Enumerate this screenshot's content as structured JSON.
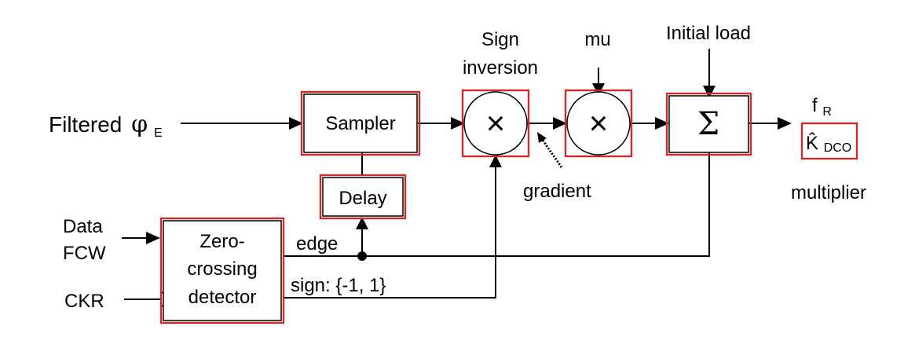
{
  "colors": {
    "box_outline": "#cc2b2b",
    "line": "#000000",
    "background": "#ffffff"
  },
  "inputs": {
    "filtered_prefix": "Filtered",
    "phi_symbol": "φ",
    "phi_subscript": "E",
    "data": "Data",
    "fcw": "FCW",
    "ckr": "CKR"
  },
  "blocks": {
    "sampler": "Sampler",
    "delay": "Delay",
    "zero_crossing": [
      "Zero-",
      "crossing",
      "detector"
    ],
    "multiplier_symbol": "×",
    "sum_symbol": "Σ"
  },
  "labels": {
    "sign_inversion": [
      "Sign",
      "inversion"
    ],
    "mu": "mu",
    "initial_load": "Initial load",
    "gradient": "gradient",
    "edge": "edge",
    "sign_values": "sign: {-1, 1}"
  },
  "output": {
    "fr_main": "f",
    "fr_subscript": "R",
    "k_main": "K̂",
    "k_subscript": "DCO",
    "multiplier": "multiplier"
  },
  "icons": [
    "arrow-head",
    "clock-input-triangle",
    "junction-dot",
    "dashed-pointer"
  ]
}
